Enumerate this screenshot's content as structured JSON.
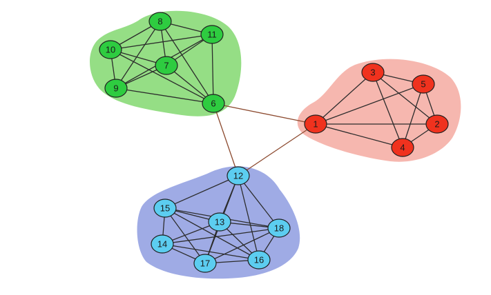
{
  "colors": {
    "green_fill": "#8fdc7e",
    "green_node": "#2ecc40",
    "red_fill": "#f6b3ab",
    "red_node": "#f0321e",
    "blue_fill": "#9aa6e4",
    "blue_node": "#5ccdf0",
    "edge": "#2b2b2b",
    "bridge_edge": "#8c4a2f",
    "node_stroke": "#1f1f1f"
  },
  "diagram": {
    "clusters": [
      {
        "id": "green",
        "color_key": "green",
        "nodes": [
          "6",
          "7",
          "8",
          "9",
          "10",
          "11"
        ]
      },
      {
        "id": "red",
        "color_key": "red",
        "nodes": [
          "1",
          "2",
          "3",
          "4",
          "5"
        ]
      },
      {
        "id": "blue",
        "color_key": "blue",
        "nodes": [
          "12",
          "13",
          "14",
          "15",
          "16",
          "17",
          "18"
        ]
      }
    ],
    "nodes": [
      {
        "id": "1",
        "label": "1"
      },
      {
        "id": "2",
        "label": "2"
      },
      {
        "id": "3",
        "label": "3"
      },
      {
        "id": "4",
        "label": "4"
      },
      {
        "id": "5",
        "label": "5"
      },
      {
        "id": "6",
        "label": "6"
      },
      {
        "id": "7",
        "label": "7"
      },
      {
        "id": "8",
        "label": "8"
      },
      {
        "id": "9",
        "label": "9"
      },
      {
        "id": "10",
        "label": "10"
      },
      {
        "id": "11",
        "label": "11"
      },
      {
        "id": "12",
        "label": "12"
      },
      {
        "id": "13",
        "label": "13"
      },
      {
        "id": "14",
        "label": "14"
      },
      {
        "id": "15",
        "label": "15"
      },
      {
        "id": "16",
        "label": "16"
      },
      {
        "id": "17",
        "label": "17"
      },
      {
        "id": "18",
        "label": "18"
      }
    ],
    "edges": [
      [
        "8",
        "10"
      ],
      [
        "8",
        "11"
      ],
      [
        "8",
        "7"
      ],
      [
        "8",
        "9"
      ],
      [
        "8",
        "6"
      ],
      [
        "10",
        "11"
      ],
      [
        "10",
        "7"
      ],
      [
        "10",
        "9"
      ],
      [
        "10",
        "6"
      ],
      [
        "11",
        "7"
      ],
      [
        "11",
        "9"
      ],
      [
        "11",
        "6"
      ],
      [
        "7",
        "9"
      ],
      [
        "7",
        "6"
      ],
      [
        "9",
        "6"
      ],
      [
        "3",
        "5"
      ],
      [
        "3",
        "1"
      ],
      [
        "3",
        "4"
      ],
      [
        "3",
        "2"
      ],
      [
        "5",
        "1"
      ],
      [
        "5",
        "2"
      ],
      [
        "5",
        "4"
      ],
      [
        "1",
        "2"
      ],
      [
        "1",
        "4"
      ],
      [
        "2",
        "4"
      ],
      [
        "12",
        "15"
      ],
      [
        "12",
        "13"
      ],
      [
        "12",
        "17"
      ],
      [
        "12",
        "16"
      ],
      [
        "12",
        "18"
      ],
      [
        "15",
        "13"
      ],
      [
        "15",
        "14"
      ],
      [
        "15",
        "16"
      ],
      [
        "15",
        "18"
      ],
      [
        "15",
        "17"
      ],
      [
        "13",
        "14"
      ],
      [
        "13",
        "18"
      ],
      [
        "13",
        "17"
      ],
      [
        "13",
        "16"
      ],
      [
        "14",
        "17"
      ],
      [
        "14",
        "16"
      ],
      [
        "14",
        "18"
      ],
      [
        "17",
        "16"
      ],
      [
        "16",
        "18"
      ],
      [
        "17",
        "18"
      ]
    ],
    "bridge_edges": [
      [
        "6",
        "1"
      ],
      [
        "12",
        "6"
      ],
      [
        "12",
        "1"
      ]
    ]
  }
}
